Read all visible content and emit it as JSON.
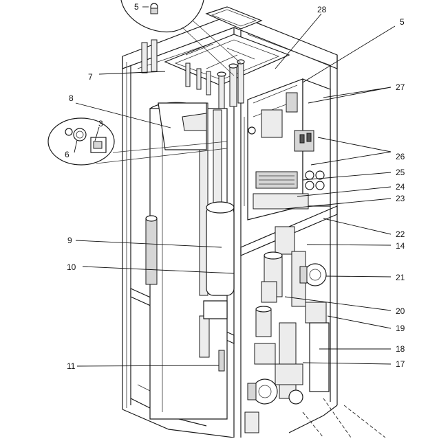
{
  "callouts": [
    {
      "id": "c5top",
      "label": "5"
    },
    {
      "id": "c28",
      "label": "28"
    },
    {
      "id": "c5",
      "label": "5"
    },
    {
      "id": "c7",
      "label": "7"
    },
    {
      "id": "c27",
      "label": "27"
    },
    {
      "id": "c8",
      "label": "8"
    },
    {
      "id": "c3",
      "label": "3"
    },
    {
      "id": "c6",
      "label": "6"
    },
    {
      "id": "c26",
      "label": "26"
    },
    {
      "id": "c25",
      "label": "25"
    },
    {
      "id": "c24",
      "label": "24"
    },
    {
      "id": "c23",
      "label": "23"
    },
    {
      "id": "c22",
      "label": "22"
    },
    {
      "id": "c9",
      "label": "9"
    },
    {
      "id": "c14",
      "label": "14"
    },
    {
      "id": "c10",
      "label": "10"
    },
    {
      "id": "c21",
      "label": "21"
    },
    {
      "id": "c20",
      "label": "20"
    },
    {
      "id": "c19",
      "label": "19"
    },
    {
      "id": "c18",
      "label": "18"
    },
    {
      "id": "c11",
      "label": "11"
    },
    {
      "id": "c17",
      "label": "17"
    }
  ]
}
